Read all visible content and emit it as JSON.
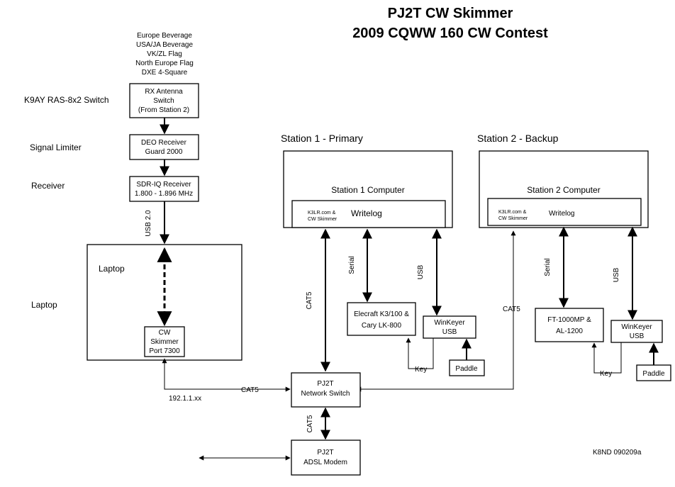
{
  "title": {
    "line1": "PJ2T CW Skimmer",
    "line2": "2009 CQWW 160 CW Contest"
  },
  "antennas": [
    "Europe Beverage",
    "USA/JA Beverage",
    "VK/ZL Flag",
    "North Europe Flag",
    "DXE 4-Square"
  ],
  "side_labels": {
    "switch": "K9AY RAS-8x2 Switch",
    "limiter": "Signal Limiter",
    "receiver": "Receiver",
    "laptop": "Laptop"
  },
  "rx_switch": {
    "line1": "RX Antenna",
    "line2": "Switch",
    "line3": "(From Station 2)"
  },
  "limiter_box": {
    "line1": "DEO Receiver",
    "line2": "Guard 2000"
  },
  "sdr_box": {
    "line1": "SDR-IQ Receiver",
    "line2": "1.800 - 1.896 MHz"
  },
  "usb20": "USB 2.0",
  "laptop_box": {
    "label": "Laptop"
  },
  "skimmer_box": {
    "line1": "CW",
    "line2": "Skimmer",
    "line3": "Port 7300"
  },
  "ip": "192.1.1.xx",
  "station1": {
    "heading": "Station 1 - Primary",
    "computer": "Station 1 Computer",
    "k3lr_line1": "K3LR.com &",
    "k3lr_line2": "CW Skimmer",
    "writelog": "Writelog",
    "serial": "Serial",
    "usb": "USB",
    "radio_line1": "Elecraft K3/100 &",
    "radio_line2": "Cary LK-800",
    "winkeyer_line1": "WinKeyer",
    "winkeyer_line2": "USB",
    "key": "Key",
    "paddle": "Paddle"
  },
  "station2": {
    "heading": "Station 2 - Backup",
    "computer": "Station 2 Computer",
    "k3lr_line1": "K3LR.com &",
    "k3lr_line2": "CW Skimmer",
    "writelog": "Writelog",
    "serial": "Serial",
    "usb": "USB",
    "radio_line1": "FT-1000MP &",
    "radio_line2": "AL-1200",
    "winkeyer_line1": "WinKeyer",
    "winkeyer_line2": "USB",
    "key": "Key",
    "paddle": "Paddle"
  },
  "cat5": "CAT5",
  "network_switch": {
    "line1": "PJ2T",
    "line2": "Network Switch"
  },
  "modem": {
    "line1": "PJ2T",
    "line2": "ADSL Modem"
  },
  "credit": "K8ND 090209a"
}
